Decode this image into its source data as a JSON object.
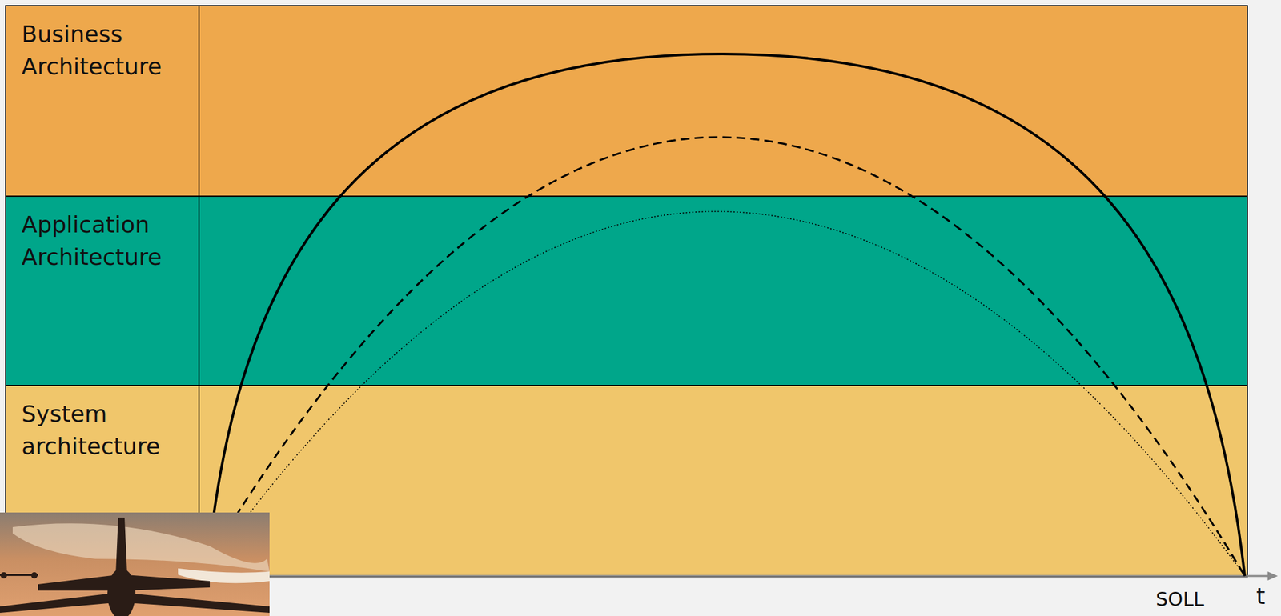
{
  "diagram": {
    "nodes": [
      {
        "text": [
          "Business Architecture"
        ]
      },
      {
        "text": [
          "Application Architecture"
        ]
      },
      {
        "text": [
          "System architecture"
        ]
      }
    ],
    "labels": [
      "SOLL",
      "t"
    ]
  }
}
